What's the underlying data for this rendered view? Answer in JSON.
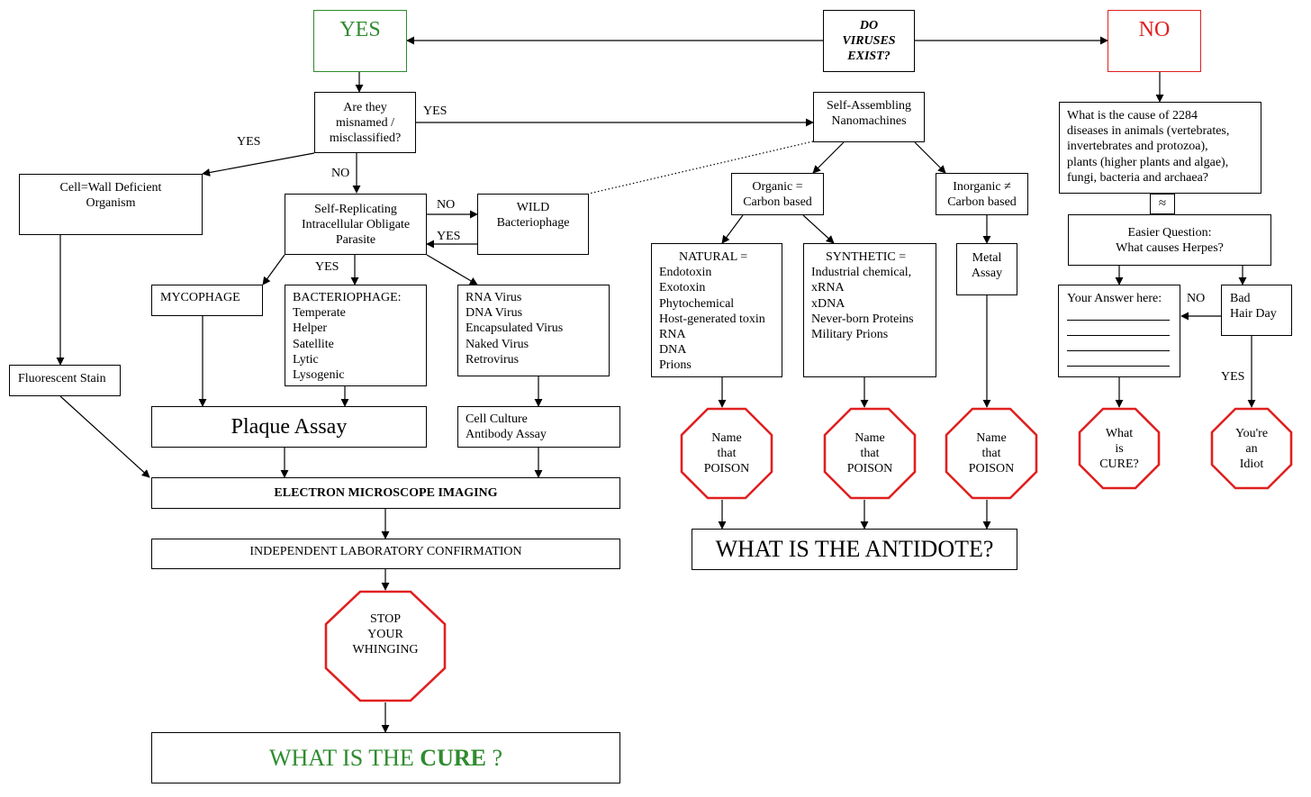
{
  "colors": {
    "yes": "#2e8b2e",
    "no": "#e02020",
    "stop": "#e02020"
  },
  "nodes": {
    "root": [
      "DO",
      "VIRUSES",
      "EXIST?"
    ],
    "yes_head": "YES",
    "no_head": "NO",
    "misnamed": [
      "Are they",
      "misnamed /",
      "misclassified?"
    ],
    "nanomachines": [
      "Self-Assembling",
      "Nanomachines"
    ],
    "cwd": [
      "Cell=Wall Deficient",
      "Organism"
    ],
    "parasite": [
      "Self-Replicating",
      "Intracellular Obligate",
      "Parasite"
    ],
    "wild": [
      "WILD",
      "Bacteriophage"
    ],
    "organic": [
      "Organic =",
      "Carbon based"
    ],
    "inorganic": [
      "Inorganic ≠",
      "Carbon based"
    ],
    "natural_title": "NATURAL =",
    "natural_items": [
      "Endotoxin",
      "Exotoxin",
      "Phytochemical",
      "Host-generated toxin",
      "RNA",
      "DNA",
      "Prions"
    ],
    "synthetic_title": "SYNTHETIC =",
    "synthetic_items": [
      "Industrial chemical,",
      "xRNA",
      "xDNA",
      "Never-born Proteins",
      "Military Prions"
    ],
    "metal": [
      "Metal",
      "Assay"
    ],
    "mycophage": "MYCOPHAGE",
    "bacteriophage_title": "BACTERIOPHAGE:",
    "bacteriophage_items": [
      "Temperate",
      "Helper",
      "Satellite",
      "Lytic",
      "Lysogenic"
    ],
    "rna_items": [
      "RNA Virus",
      "DNA Virus",
      "Encapsulated Virus",
      "Naked Virus",
      "Retrovirus"
    ],
    "fluorescent": "Fluorescent Stain",
    "plaque": "Plaque Assay",
    "cellculture": [
      "Cell Culture",
      "Antibody Assay"
    ],
    "em": "ELECTRON MICROSCOPE IMAGING",
    "ilc": "INDEPENDENT LABORATORY CONFIRMATION",
    "stop_whinging": [
      "STOP",
      "YOUR",
      "WHINGING"
    ],
    "cure_prefix": "WHAT IS THE ",
    "cure_bold": "CURE",
    "cure_suffix": " ?",
    "poison": [
      "Name",
      "that",
      "POISON"
    ],
    "antidote": "WHAT IS THE ANTIDOTE?",
    "cause_question": [
      "What is the cause of 2284",
      "diseases in animals (vertebrates,",
      "invertebrates and protozoa),",
      "plants (higher plants and algae),",
      "fungi, bacteria and archaea?"
    ],
    "approx": "≈",
    "easier": [
      "Easier Question:",
      "What causes Herpes?"
    ],
    "answer": "Your Answer here:",
    "bad_hair": [
      "Bad",
      "Hair Day"
    ],
    "what_cure": [
      "What",
      "is",
      "CURE?"
    ],
    "idiot": [
      "You're",
      "an",
      "Idiot"
    ]
  },
  "edge_labels": {
    "misnamed_yes_right": "YES",
    "misnamed_yes_left": "YES",
    "misnamed_no": "NO",
    "parasite_no": "NO",
    "wild_yes": "YES",
    "parasite_yes": "YES",
    "herpes_no": "NO",
    "herpes_yes": "YES"
  }
}
